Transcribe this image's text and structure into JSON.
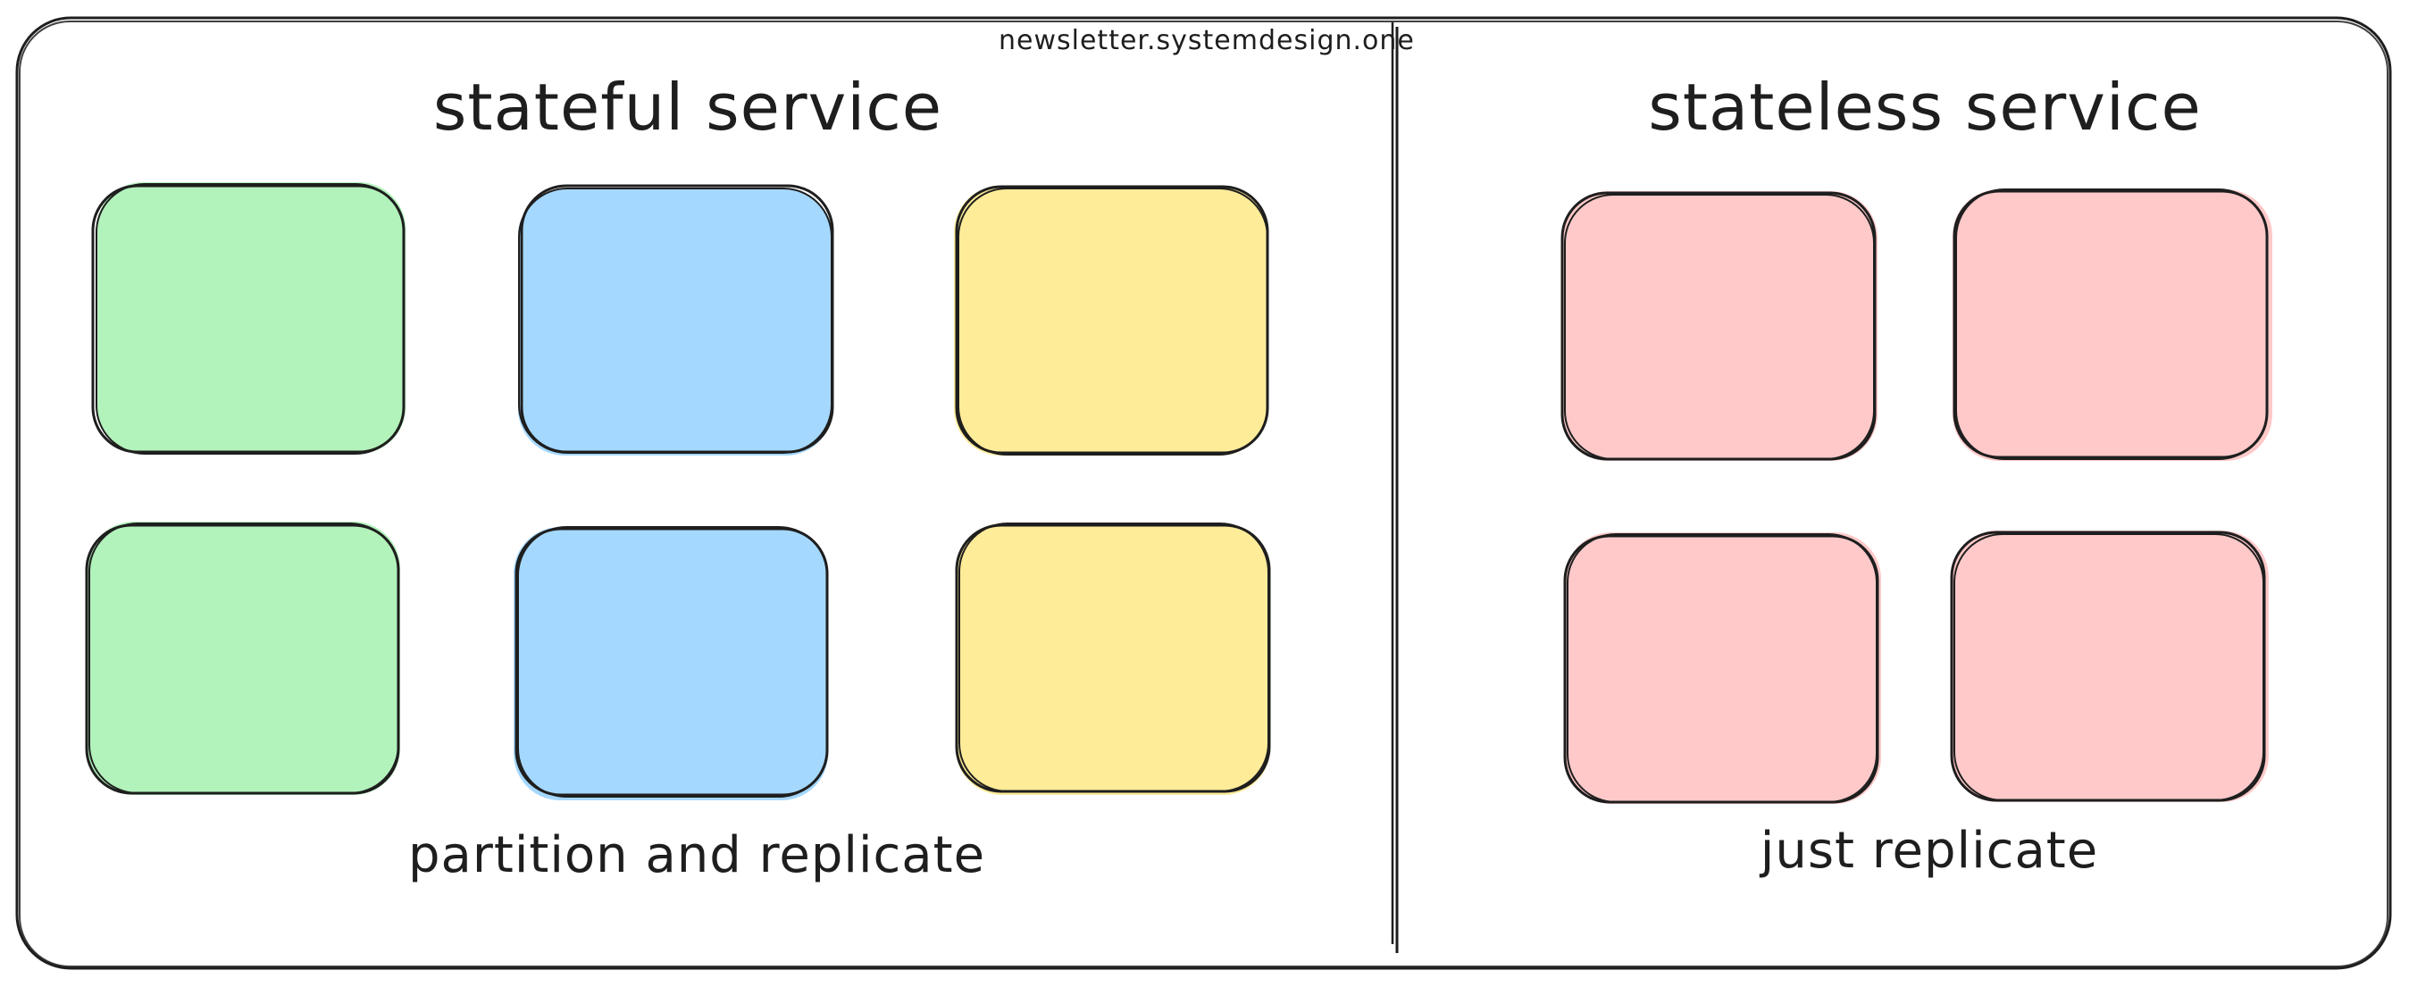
{
  "watermark": "newsletter.systemdesign.one",
  "colors": {
    "stroke": "#1e1e1e",
    "background": "#ffffff",
    "green": "#b2f2bb",
    "blue": "#a5d8ff",
    "yellow": "#ffec99",
    "red": "#ffc9c9"
  },
  "left_panel": {
    "title": "stateful service",
    "caption": "partition and replicate",
    "boxes": [
      {
        "row": 1,
        "col": 1,
        "color": "green"
      },
      {
        "row": 1,
        "col": 2,
        "color": "blue"
      },
      {
        "row": 1,
        "col": 3,
        "color": "yellow"
      },
      {
        "row": 2,
        "col": 1,
        "color": "green"
      },
      {
        "row": 2,
        "col": 2,
        "color": "blue"
      },
      {
        "row": 2,
        "col": 3,
        "color": "yellow"
      }
    ]
  },
  "right_panel": {
    "title": "stateless service",
    "caption": "just replicate",
    "boxes": [
      {
        "row": 1,
        "col": 1,
        "color": "red"
      },
      {
        "row": 1,
        "col": 2,
        "color": "red"
      },
      {
        "row": 2,
        "col": 1,
        "color": "red"
      },
      {
        "row": 2,
        "col": 2,
        "color": "red"
      }
    ]
  }
}
